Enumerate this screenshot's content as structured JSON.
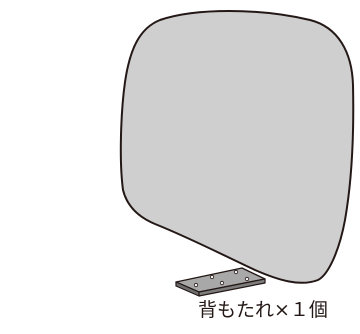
{
  "caption": "背もたれ×１個",
  "colors": {
    "pad_fill": "#cfcfcf",
    "outline": "#231815",
    "bracket_fill": "#9a9a9a",
    "bracket_dark": "#6e6e6e",
    "background": "#ffffff"
  },
  "parts": {
    "pad": "backrest-cushion",
    "bracket": "mounting-bracket"
  }
}
